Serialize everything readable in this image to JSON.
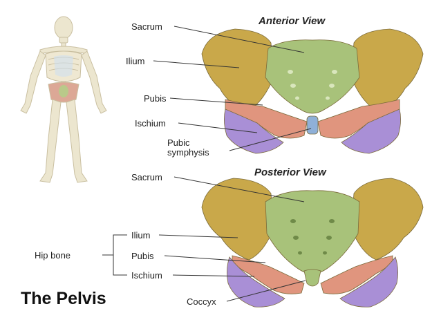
{
  "title": "The Pelvis",
  "anterior": {
    "view_title": "Anterior View",
    "labels": {
      "sacrum": "Sacrum",
      "ilium": "Ilium",
      "pubis": "Pubis",
      "ischium": "Ischium",
      "pubic_symphysis_line1": "Pubic",
      "pubic_symphysis_line2": "symphysis"
    }
  },
  "posterior": {
    "view_title": "Posterior View",
    "labels": {
      "sacrum": "Sacrum",
      "ilium": "Ilium",
      "pubis": "Pubis",
      "ischium": "Ischium",
      "coccyx": "Coccyx",
      "hip_bone": "Hip bone"
    }
  },
  "colors": {
    "ilium": "#c9a84a",
    "sacrum": "#a8c27a",
    "pubis": "#e0957e",
    "ischium": "#a98fd6",
    "symphysis": "#8fb0d8",
    "bone": "#ece6cf",
    "leader": "#333333"
  },
  "icons": [
    "skeleton-figure-icon"
  ]
}
